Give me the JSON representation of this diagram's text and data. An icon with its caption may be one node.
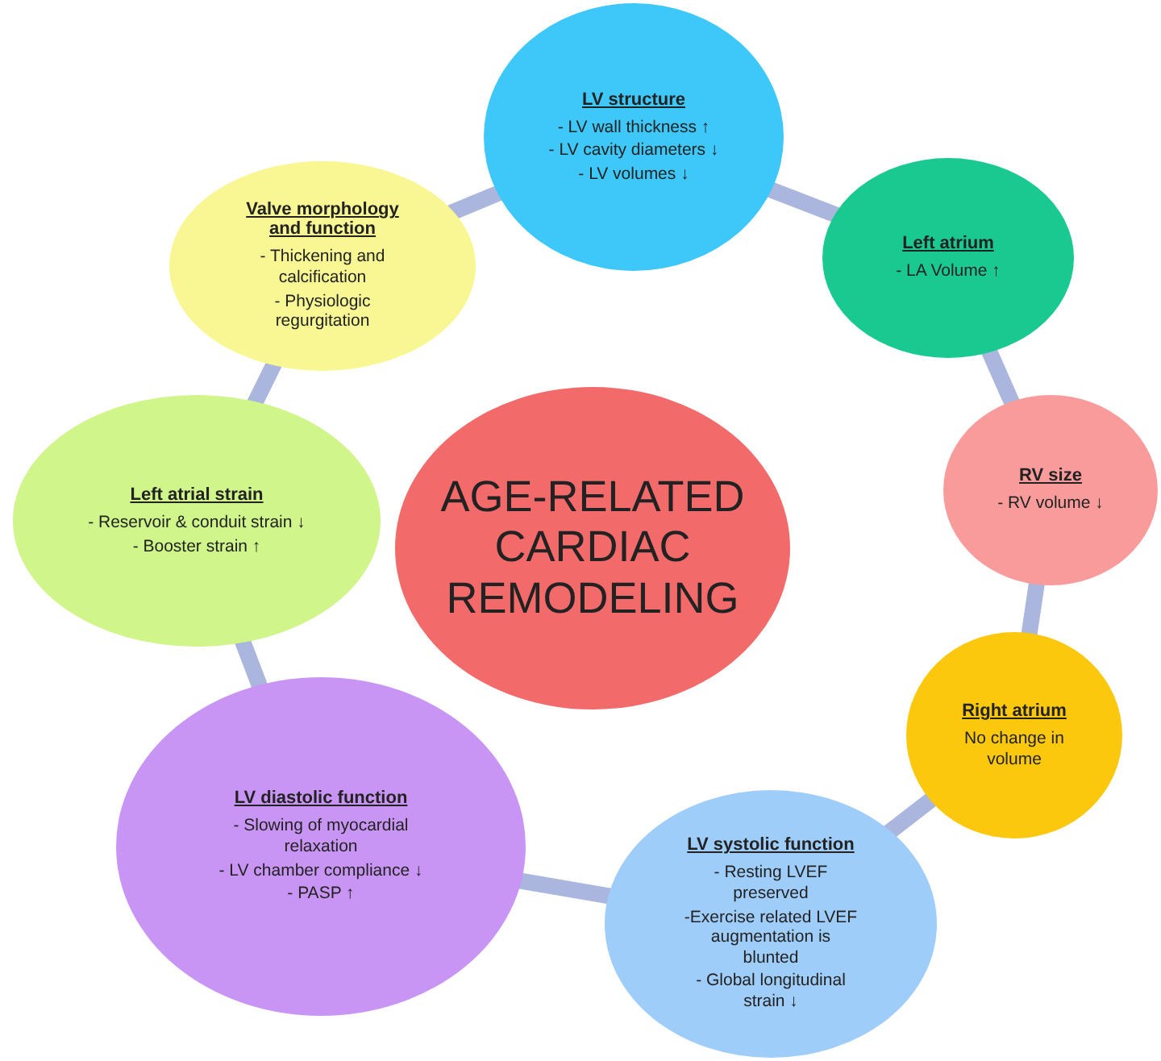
{
  "diagram": {
    "nodes": [
      {
        "text": [
          "AGE-RELATED CARDIAC REMODELING"
        ]
      },
      {
        "text": [
          "LV structure",
          "- LV wall thickness ↑",
          "- LV cavity diameters ↓",
          "- LV volumes ↓"
        ]
      },
      {
        "text": [
          "Left atrium",
          "- LA Volume ↑"
        ]
      },
      {
        "text": [
          "RV size",
          "- RV volume ↓"
        ]
      },
      {
        "text": [
          "Right atrium",
          "No change in volume"
        ]
      },
      {
        "text": [
          "LV systolic function",
          "- Resting LVEF preserved",
          "-Exercise related LVEF augmentation is blunted",
          "- Global longitudinal strain ↓"
        ]
      },
      {
        "text": [
          "LV diastolic function",
          "- Slowing of myocardial relaxation",
          "- LV chamber compliance ↓",
          "- PASP ↑"
        ]
      },
      {
        "text": [
          "Left atrial strain",
          "- Reservoir & conduit strain ↓",
          "- Booster strain ↑"
        ]
      },
      {
        "text": [
          "Valve morphology and function",
          "- Thickening and calcification",
          "- Physiologic regurgitation"
        ]
      }
    ],
    "edges": [
      {
        "from": 1,
        "to": 2,
        "arrow": "none"
      },
      {
        "from": 2,
        "to": 3,
        "arrow": "none"
      },
      {
        "from": 3,
        "to": 4,
        "arrow": "none"
      },
      {
        "from": 4,
        "to": 5,
        "arrow": "none"
      },
      {
        "from": 5,
        "to": 6,
        "arrow": "none"
      },
      {
        "from": 6,
        "to": 7,
        "arrow": "none"
      },
      {
        "from": 7,
        "to": 8,
        "arrow": "none"
      },
      {
        "from": 8,
        "to": 1,
        "arrow": "none"
      }
    ]
  }
}
